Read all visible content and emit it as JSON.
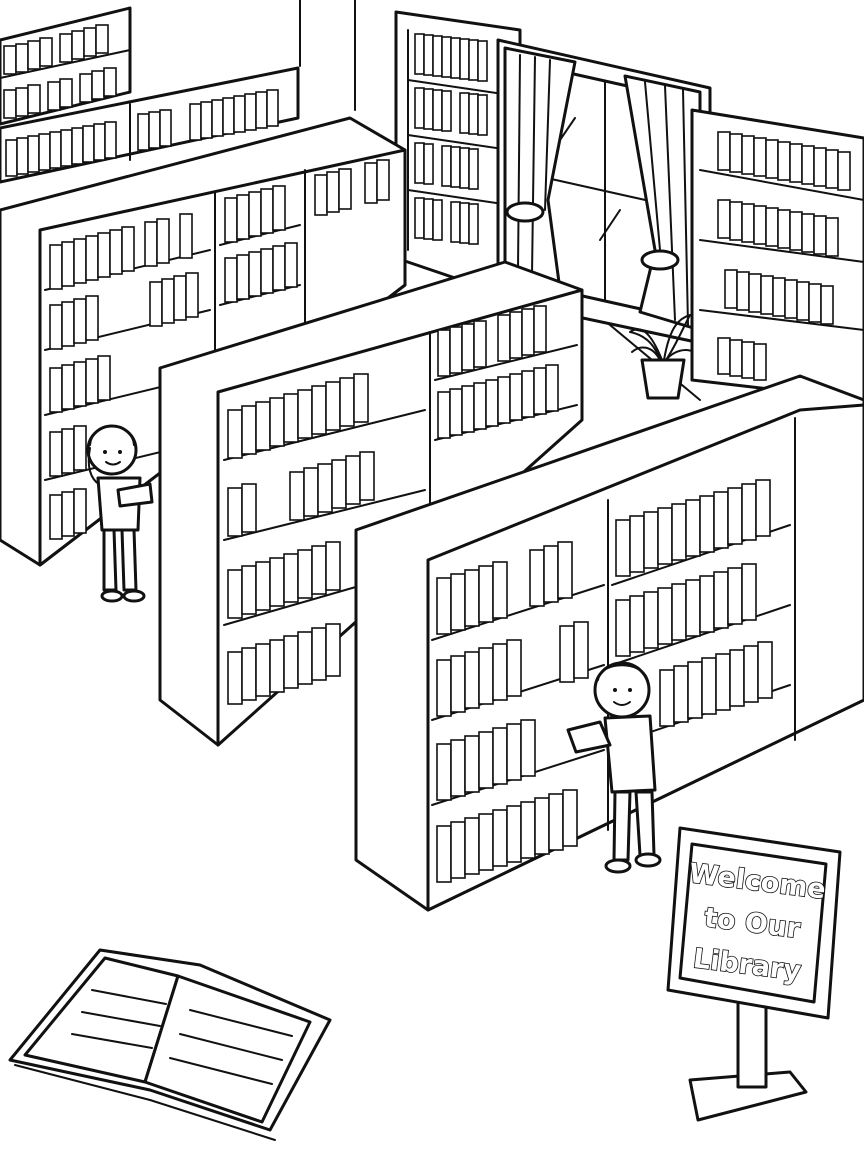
{
  "scene": {
    "sign": {
      "lines": [
        "Welcome",
        "to Our",
        "Library"
      ]
    }
  }
}
